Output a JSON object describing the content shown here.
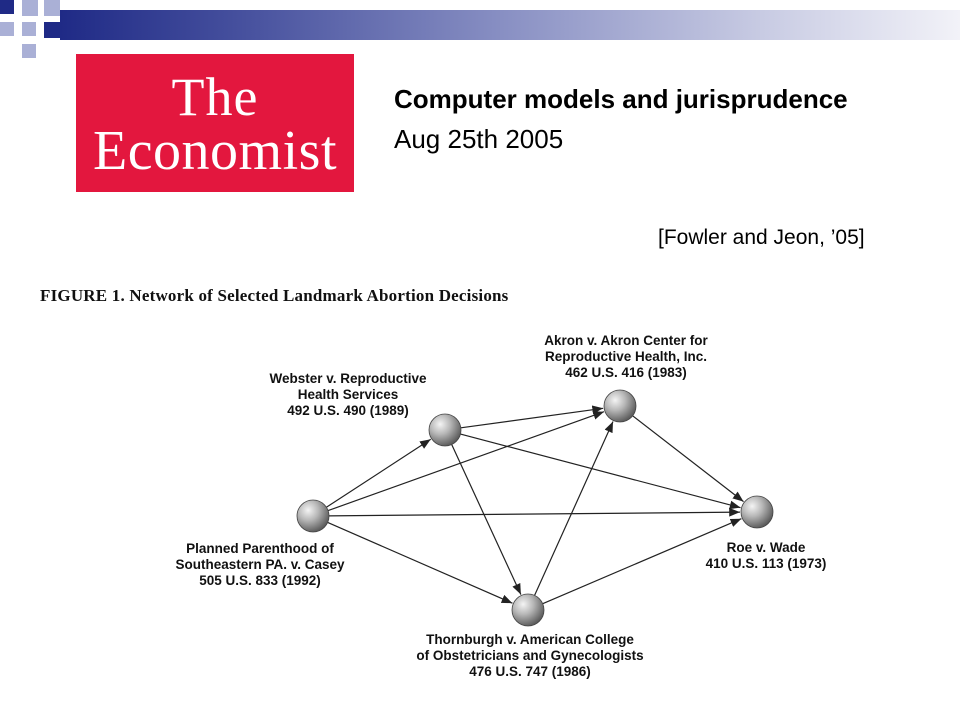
{
  "slide": {
    "title": "Computer models and jurisprudence",
    "subtitle": "Aug 25th 2005",
    "citation": "[Fowler and Jeon, ’05]"
  },
  "logo": {
    "line1": "The",
    "line2": "Economist",
    "color": "#e3173e"
  },
  "figure": {
    "caption": "FIGURE 1. Network of Selected Landmark Abortion Decisions",
    "nodes": [
      {
        "id": "casey",
        "label": [
          "Planned Parenthood of",
          "Southeastern PA. v. Casey",
          "505 U.S. 833 (1992)"
        ]
      },
      {
        "id": "webster",
        "label": [
          "Webster v. Reproductive",
          "Health Services",
          "492 U.S. 490 (1989)"
        ]
      },
      {
        "id": "akron",
        "label": [
          "Akron v. Akron Center for",
          "Reproductive Health, Inc.",
          "462 U.S. 416 (1983)"
        ]
      },
      {
        "id": "thornburgh",
        "label": [
          "Thornburgh v. American College",
          "of Obstetricians and Gynecologists",
          "476 U.S. 747 (1986)"
        ]
      },
      {
        "id": "roe",
        "label": [
          "Roe v. Wade",
          "410 U.S. 113 (1973)"
        ]
      }
    ],
    "edges": [
      [
        "casey",
        "webster"
      ],
      [
        "casey",
        "akron"
      ],
      [
        "casey",
        "roe"
      ],
      [
        "casey",
        "thornburgh"
      ],
      [
        "webster",
        "akron"
      ],
      [
        "webster",
        "roe"
      ],
      [
        "webster",
        "thornburgh"
      ],
      [
        "thornburgh",
        "akron"
      ],
      [
        "thornburgh",
        "roe"
      ],
      [
        "akron",
        "roe"
      ]
    ]
  }
}
